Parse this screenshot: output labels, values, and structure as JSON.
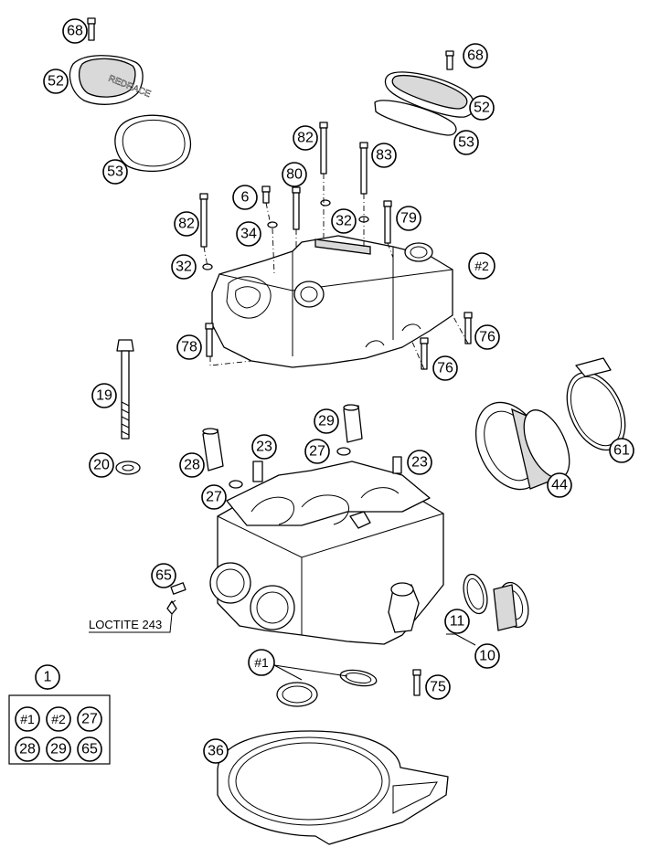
{
  "callouts": {
    "c68a": "68",
    "c52a": "52",
    "c53a": "53",
    "c68b": "68",
    "c52b": "52",
    "c53b": "53",
    "c82a": "82",
    "c83": "83",
    "c80": "80",
    "c6": "6",
    "c82b": "82",
    "c34": "34",
    "c32a": "32",
    "c79": "79",
    "c32b": "32",
    "c2": "#2",
    "c78": "78",
    "c76a": "76",
    "c76b": "76",
    "c19": "19",
    "c20": "20",
    "c29": "29",
    "c27a": "27",
    "c23a": "23",
    "c23b": "23",
    "c28": "28",
    "c27b": "27",
    "c61": "61",
    "c44": "44",
    "c65": "65",
    "c11": "11",
    "c10": "10",
    "c1x": "#1",
    "c75": "75",
    "c1": "1",
    "c36": "36"
  },
  "kit": [
    "#1",
    "#2",
    "27",
    "28",
    "29",
    "65"
  ],
  "note": {
    "loctite": "LOCTITE 243"
  }
}
